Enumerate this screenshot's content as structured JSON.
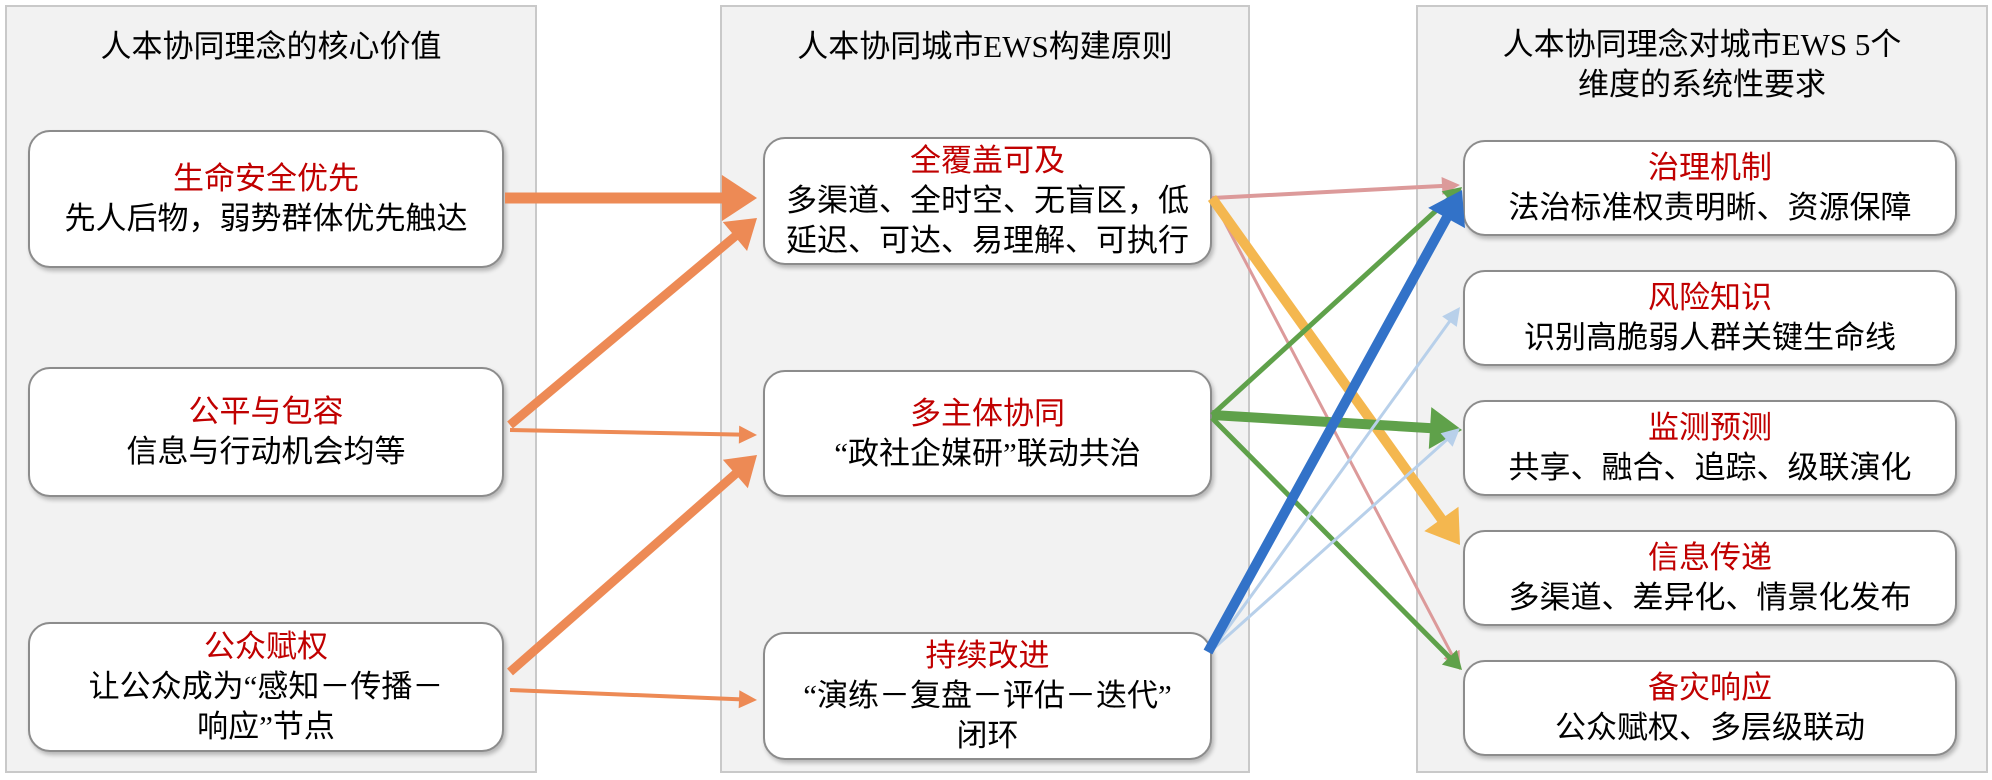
{
  "columns": [
    {
      "title": "人本协同理念的核心价值",
      "boxes": [
        {
          "title": "生命安全优先",
          "body": [
            "先人后物，弱势群体优先触达"
          ]
        },
        {
          "title": "公平与包容",
          "body": [
            "信息与行动机会均等"
          ]
        },
        {
          "title": "公众赋权",
          "body": [
            "让公众成为“感知－传播－",
            "响应”节点"
          ]
        }
      ]
    },
    {
      "title": "人本协同城市EWS构建原则",
      "boxes": [
        {
          "title": "全覆盖可及",
          "body": [
            "多渠道、全时空、无盲区，低",
            "延迟、可达、易理解、可执行"
          ]
        },
        {
          "title": "多主体协同",
          "body": [
            "“政社企媒研”联动共治"
          ]
        },
        {
          "title": "持续改进",
          "body": [
            "“演练－复盘－评估－迭代”",
            "闭环"
          ]
        }
      ]
    },
    {
      "title": [
        "人本协同理念对城市EWS 5个",
        "维度的系统性要求"
      ],
      "boxes": [
        {
          "title": "治理机制",
          "body": [
            "法治标准权责明晰、资源保障"
          ]
        },
        {
          "title": "风险知识",
          "body": [
            "识别高脆弱人群关键生命线"
          ]
        },
        {
          "title": "监测预测",
          "body": [
            "共享、融合、追踪、级联演化"
          ]
        },
        {
          "title": "信息传递",
          "body": [
            "多渠道、差异化、情景化发布"
          ]
        },
        {
          "title": "备灾响应",
          "body": [
            "公众赋权、多层级联动"
          ]
        }
      ]
    }
  ],
  "colors": {
    "orange": "#ed8a55",
    "yellow": "#f4b74f",
    "pink": "#dc9a9a",
    "green": "#5fa14a",
    "blue": "#3272c8",
    "lightblue": "#b8d0ea",
    "title_red": "#c00000"
  }
}
